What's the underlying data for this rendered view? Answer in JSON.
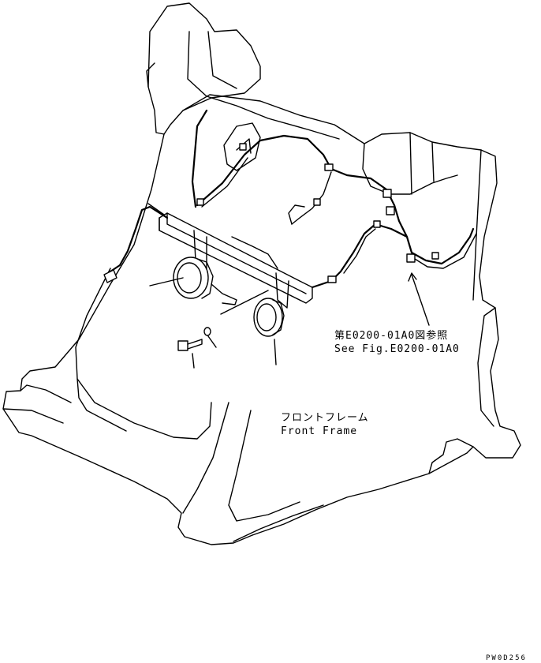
{
  "callouts": {
    "reference_jp": "第E0200-01A0図参照",
    "reference_en": "See Fig.E0200-01A0",
    "frame_jp": "フロントフレーム",
    "frame_en": "Front Frame"
  },
  "drawing_number": "PW0D256",
  "colors": {
    "line": "#000000",
    "background": "#ffffff"
  }
}
